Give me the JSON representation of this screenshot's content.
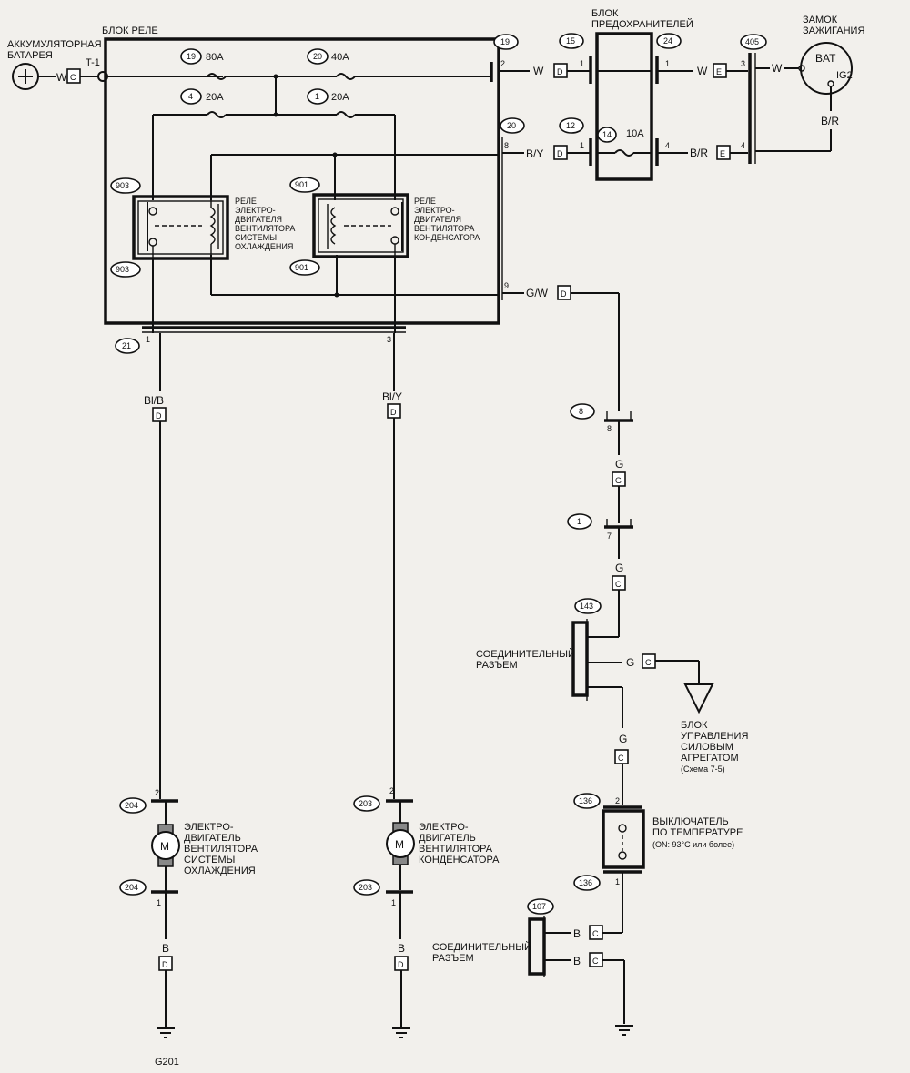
{
  "labels": {
    "relay_block": "БЛОК РЕЛЕ",
    "battery_1": "АККУМУЛЯТОРНАЯ",
    "battery_2": "БАТАРЕЯ",
    "t1": "T-1",
    "fuse_block_1": "БЛОК",
    "fuse_block_2": "ПРЕДОХРАНИТЕЛЕЙ",
    "ignition_1": "ЗАМОК",
    "ignition_2": "ЗАЖИГАНИЯ",
    "bat": "BAT",
    "ig2": "IG2",
    "relay_cool_1": "РЕЛЕ",
    "relay_cool_2": "ЭЛЕКТРО-",
    "relay_cool_3": "ДВИГАТЕЛЯ",
    "relay_cool_4": "ВЕНТИЛЯТОРА",
    "relay_cool_5": "СИСТЕМЫ",
    "relay_cool_6": "ОХЛАЖДЕНИЯ",
    "relay_cond_1": "РЕЛЕ",
    "relay_cond_2": "ЭЛЕКТРО-",
    "relay_cond_3": "ДВИГАТЕЛЯ",
    "relay_cond_4": "ВЕНТИЛЯТОРА",
    "relay_cond_5": "КОНДЕНСАТОРА",
    "joint1_1": "СОЕДИНИТЕЛЬНЫЙ",
    "joint1_2": "РАЗЪЕМ",
    "pcm_1": "БЛОК",
    "pcm_2": "УПРАВЛЕНИЯ",
    "pcm_3": "СИЛОВЫМ",
    "pcm_4": "АГРЕГАТОМ",
    "pcm_5": "(Схема 7-5)",
    "sw_1": "ВЫКЛЮЧАТЕЛЬ",
    "sw_2": "ПО ТЕМПЕРАТУРЕ",
    "sw_3": "(ON: 93°C или более)",
    "motor_cool_1": "ЭЛЕКТРО-",
    "motor_cool_2": "ДВИГАТЕЛЬ",
    "motor_cool_3": "ВЕНТИЛЯТОРА",
    "motor_cool_4": "СИСТЕМЫ",
    "motor_cool_5": "ОХЛАЖДЕНИЯ",
    "motor_cond_1": "ЭЛЕКТРО-",
    "motor_cond_2": "ДВИГАТЕЛЬ",
    "motor_cond_3": "ВЕНТИЛЯТОРА",
    "motor_cond_4": "КОНДЕНСАТОРА",
    "joint2_1": "СОЕДИНИТЕЛЬНЫЙ",
    "joint2_2": "РАЗЪЕМ",
    "ground": "G201",
    "motor": "M"
  },
  "fuses": {
    "f19": {
      "num": "19",
      "amp": "80A"
    },
    "f20": {
      "num": "20",
      "amp": "40A"
    },
    "f4": {
      "num": "4",
      "amp": "20A"
    },
    "f1": {
      "num": "1",
      "amp": "20A"
    },
    "f14": {
      "num": "14",
      "amp": "10A"
    }
  },
  "connectors": {
    "c19": "19",
    "c20": "20",
    "c15": "15",
    "c24": "24",
    "c12": "12",
    "c405": "405",
    "c903a": "903",
    "c903b": "903",
    "c901a": "901",
    "c901b": "901",
    "c21": "21",
    "c8": "8",
    "c1": "1",
    "c143": "143",
    "c136a": "136",
    "c136b": "136",
    "c204a": "204",
    "c204b": "204",
    "c203a": "203",
    "c203b": "203",
    "c107": "107"
  },
  "pins": {
    "p2": "2",
    "p8": "8",
    "p9": "9",
    "p1a": "1",
    "p1b": "1",
    "p4": "4",
    "p3ig": "3",
    "p4ig": "4",
    "p21_1": "1",
    "p21_3": "3",
    "p8b": "8",
    "p7": "7",
    "p136_2": "2",
    "p136_1": "1",
    "p204_2": "2",
    "p204_1": "1",
    "p203_2": "2",
    "p203_1": "1"
  },
  "wires": {
    "w_batt": "W",
    "w_19": "W",
    "w_24": "W",
    "w_ig": "W",
    "by": "B/Y",
    "br_fuse": "B/R",
    "br_ig": "B/R",
    "gw": "G/W",
    "blb": "Bl/B",
    "bly": "Bl/Y",
    "g1": "G",
    "g2": "G",
    "g3": "G",
    "g4": "G",
    "b_sw": "B",
    "b_j": "B",
    "b_m1": "B",
    "b_m2": "B"
  },
  "codes": {
    "batt": "C",
    "w19": "D",
    "w24": "E",
    "by": "D",
    "br": "E",
    "gw": "D",
    "blb": "D",
    "bly": "D",
    "g1": "G",
    "g2": "C",
    "g3": "C",
    "g4": "C",
    "bsw": "C",
    "bj": "C",
    "bm1": "D",
    "bm2": "D"
  }
}
